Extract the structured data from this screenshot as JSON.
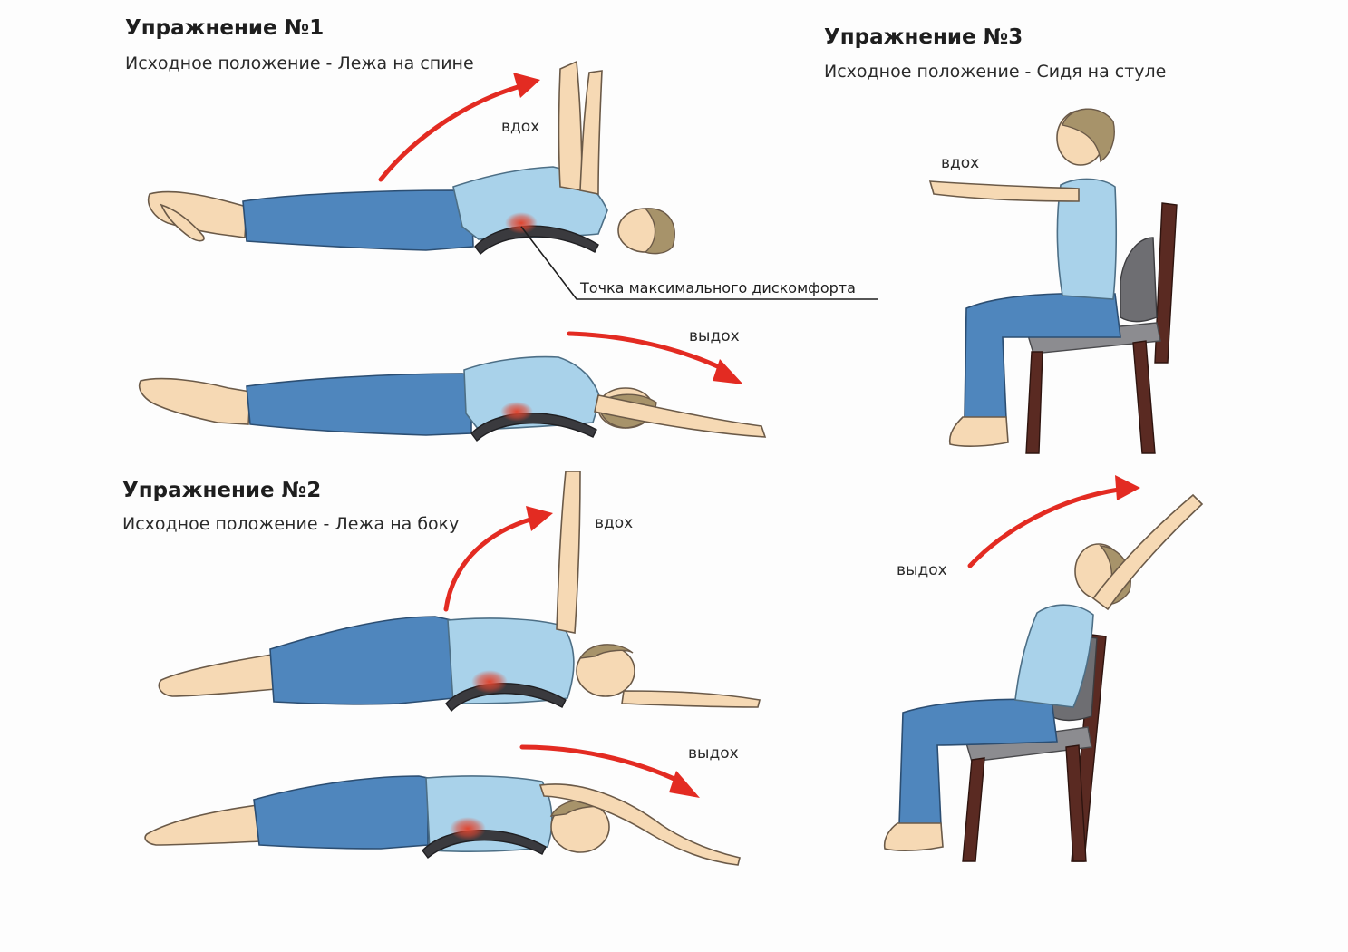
{
  "exercise1": {
    "title": "Упражнение №1",
    "subtitle": "Исходное положение - Лежа на спине",
    "inhale": "вдох",
    "exhale": "выдох",
    "discomfort_point": "Точка максимального дискомфорта"
  },
  "exercise2": {
    "title": "Упражнение №2",
    "subtitle": "Исходное положение - Лежа на боку",
    "inhale": "вдох",
    "exhale": "выдох"
  },
  "exercise3": {
    "title": "Упражнение №3",
    "subtitle": "Исходное положение - Сидя на стуле",
    "inhale": "вдох",
    "exhale": "выдох"
  },
  "colors": {
    "arrow": "#e32b22",
    "shirt": "#a9d2ea",
    "pants": "#4f86bd",
    "skin": "#f6d9b4",
    "trainer": "#3a3a3e",
    "chair": "#5a2a22",
    "discomfort": "#e0452f"
  }
}
